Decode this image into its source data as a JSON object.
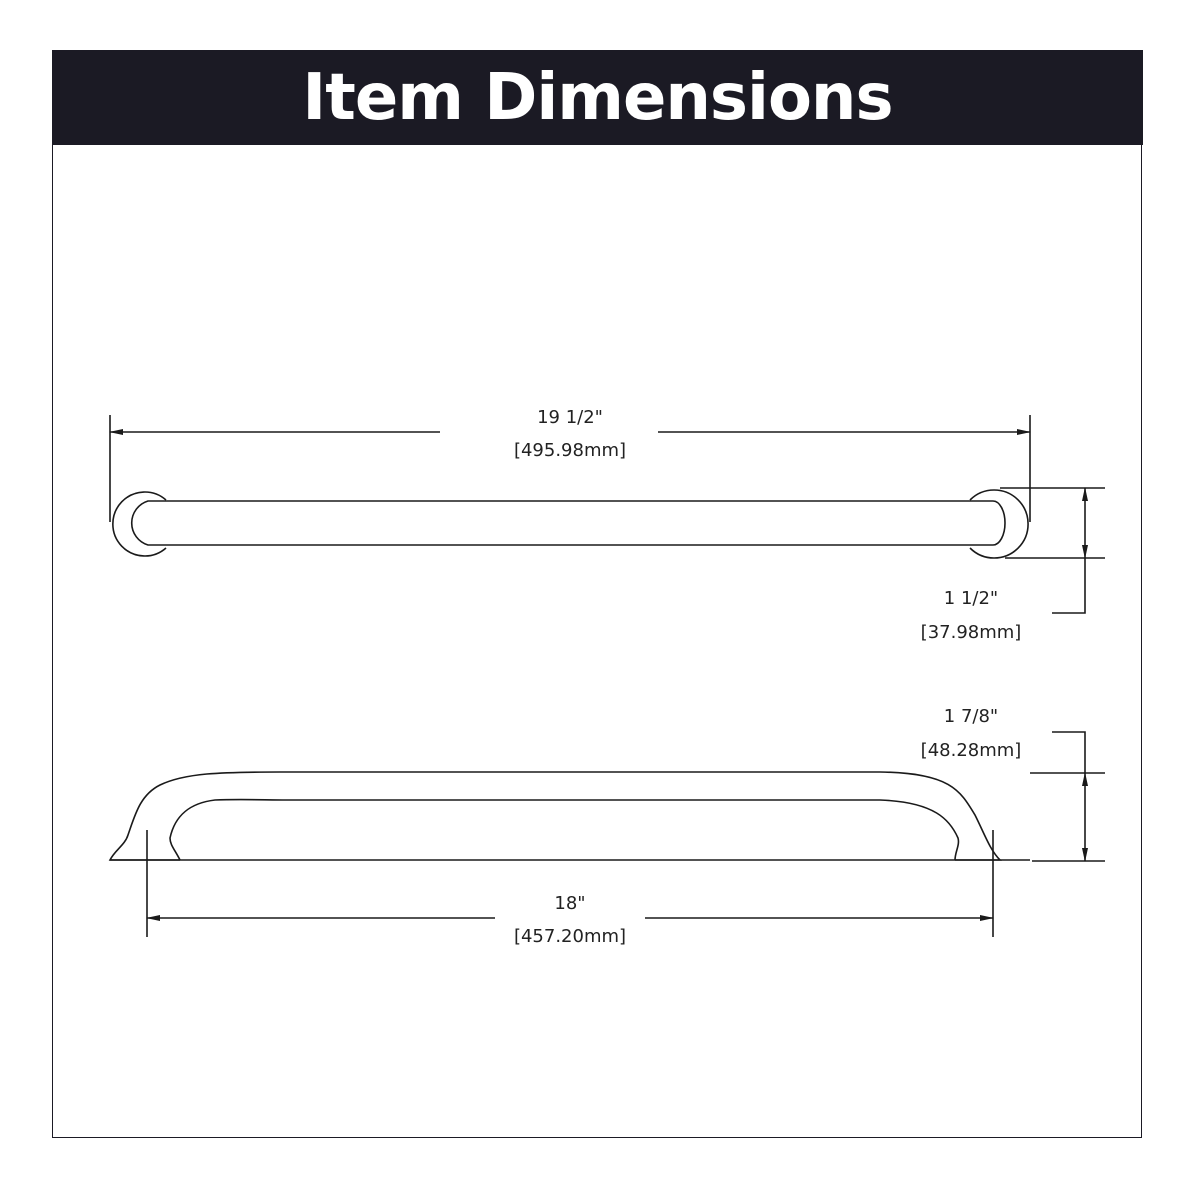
{
  "header": {
    "title": "Item Dimensions",
    "background": "#1b1a24",
    "text_color": "#ffffff"
  },
  "top_view": {
    "overall_length": {
      "imperial": "19 1/2\"",
      "metric": "[495.98mm]"
    },
    "rose_diameter": {
      "imperial": "1 1/2\"",
      "metric": "[37.98mm]"
    }
  },
  "side_view": {
    "projection": {
      "imperial": "1 7/8\"",
      "metric": "[48.28mm]"
    },
    "center_to_center": {
      "imperial": "18\"",
      "metric": "[457.20mm]"
    }
  },
  "colors": {
    "line": "#1a1a1a",
    "text": "#222222"
  }
}
